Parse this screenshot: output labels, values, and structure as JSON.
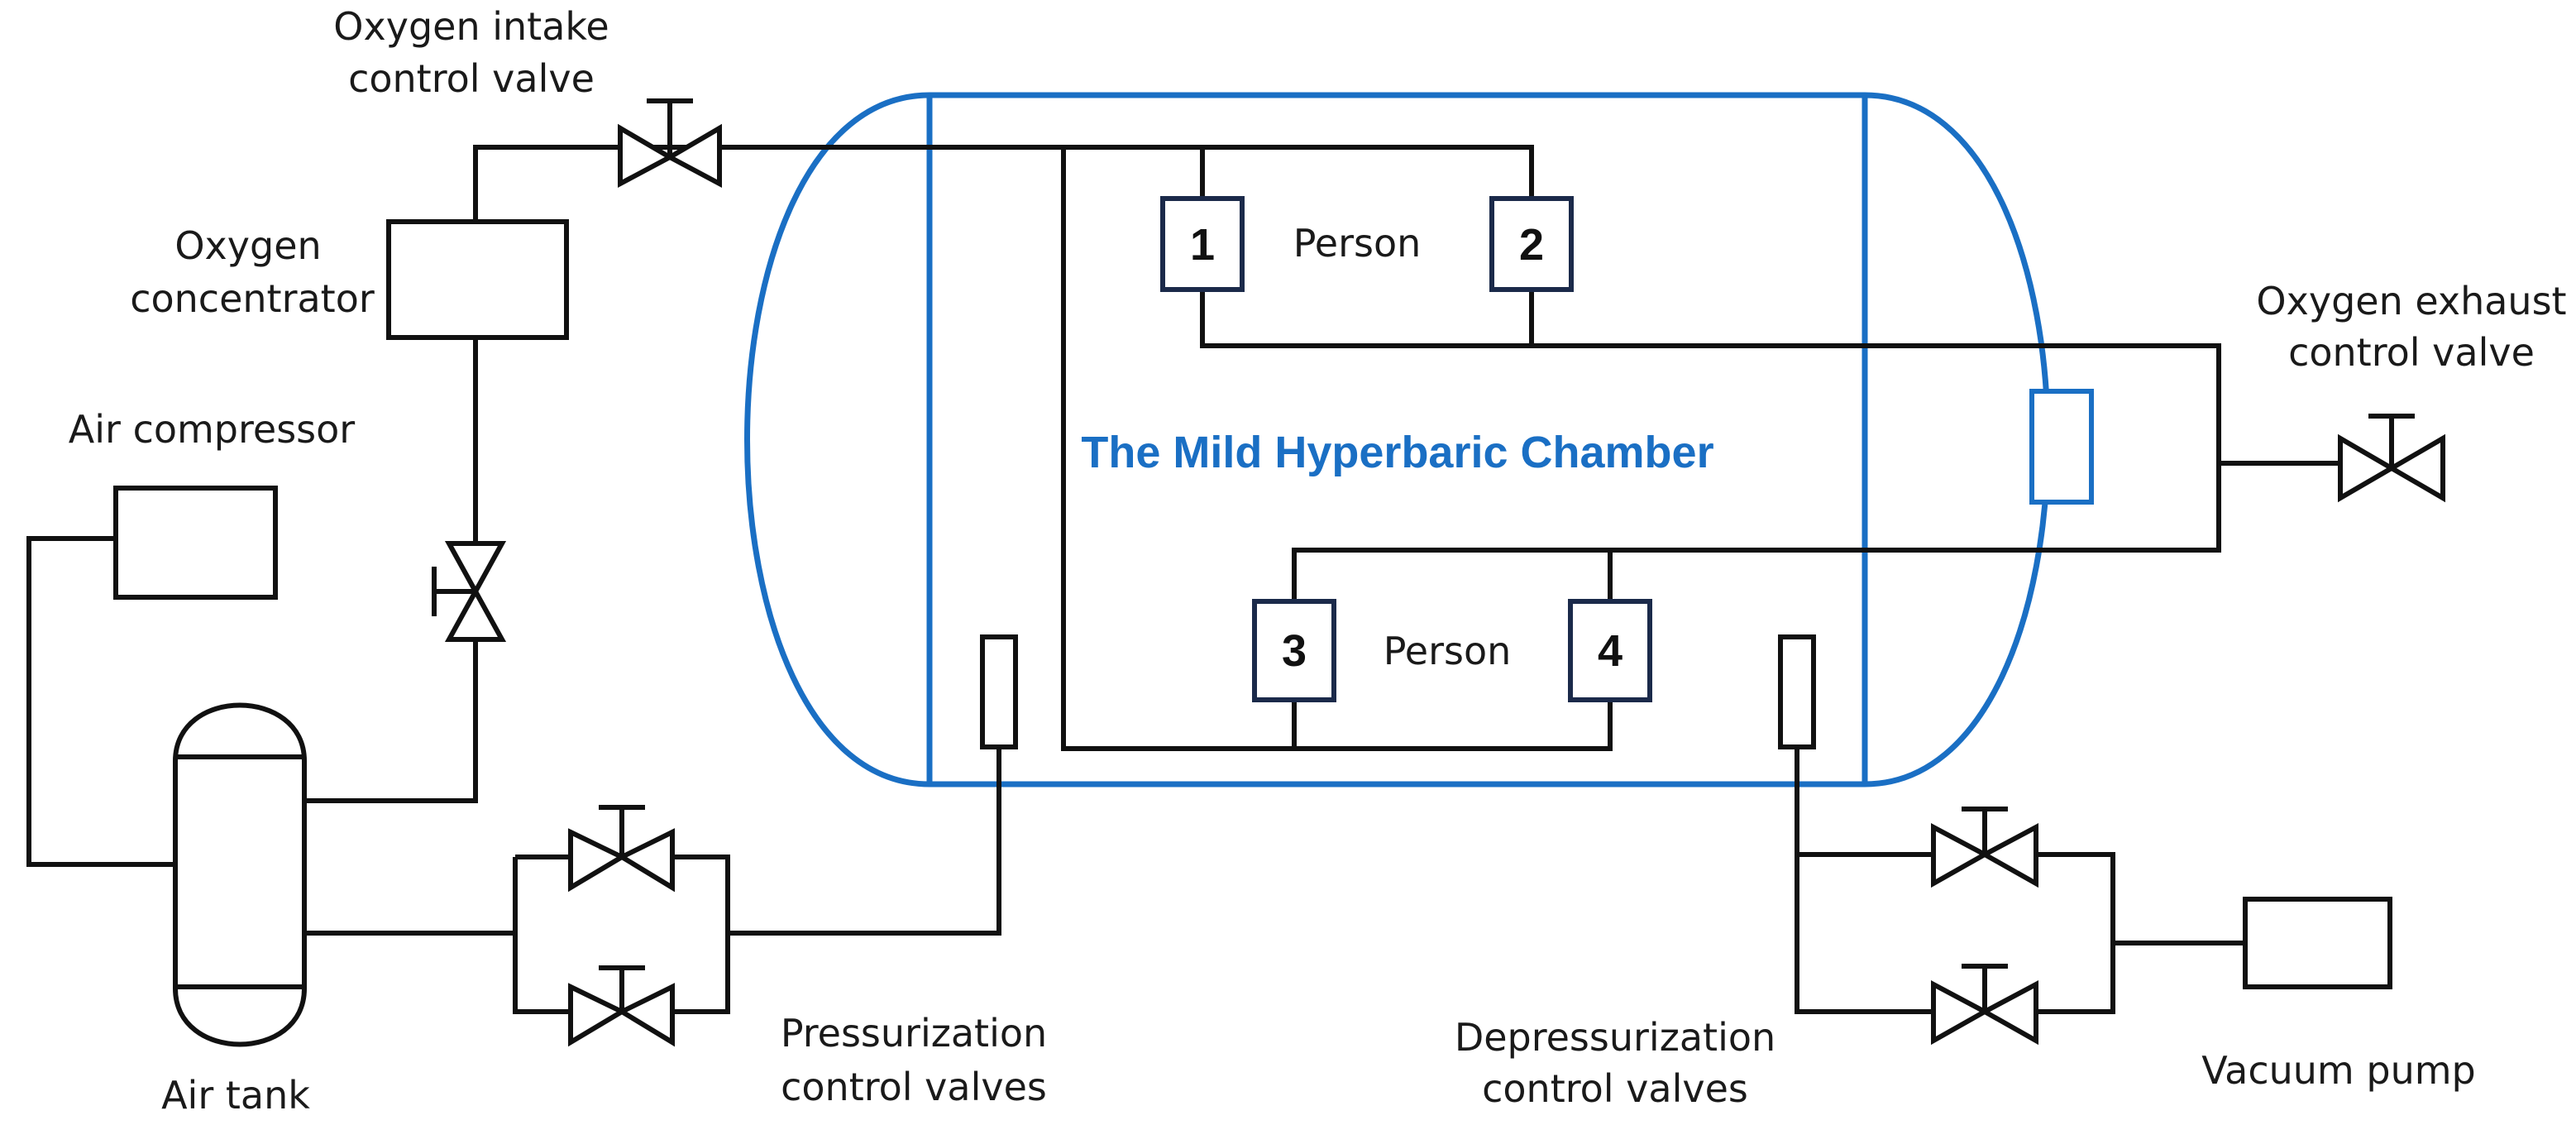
{
  "diagram": {
    "title": "The Mild Hyperbaric Chamber",
    "labels": {
      "oxygen_intake_line1": "Oxygen intake",
      "oxygen_intake_line2": "control valve",
      "oxygen_concentrator_line1": "Oxygen",
      "oxygen_concentrator_line2": "concentrator",
      "air_compressor": "Air compressor",
      "air_tank": "Air tank",
      "pressurization_line1": "Pressurization",
      "pressurization_line2": "control valves",
      "depressurization_line1": "Depressurization",
      "depressurization_line2": "control valves",
      "vacuum_pump": "Vacuum pump",
      "oxygen_exhaust_line1": "Oxygen exhaust",
      "oxygen_exhaust_line2": "control valve",
      "person_top": "Person",
      "person_bottom": "Person"
    },
    "masks": [
      "1",
      "2",
      "3",
      "4"
    ],
    "colors": {
      "chamber": "#1a6fc4",
      "title": "#1a6fc4",
      "lines": "#111111",
      "mask_border": "#1b2a4a"
    }
  }
}
